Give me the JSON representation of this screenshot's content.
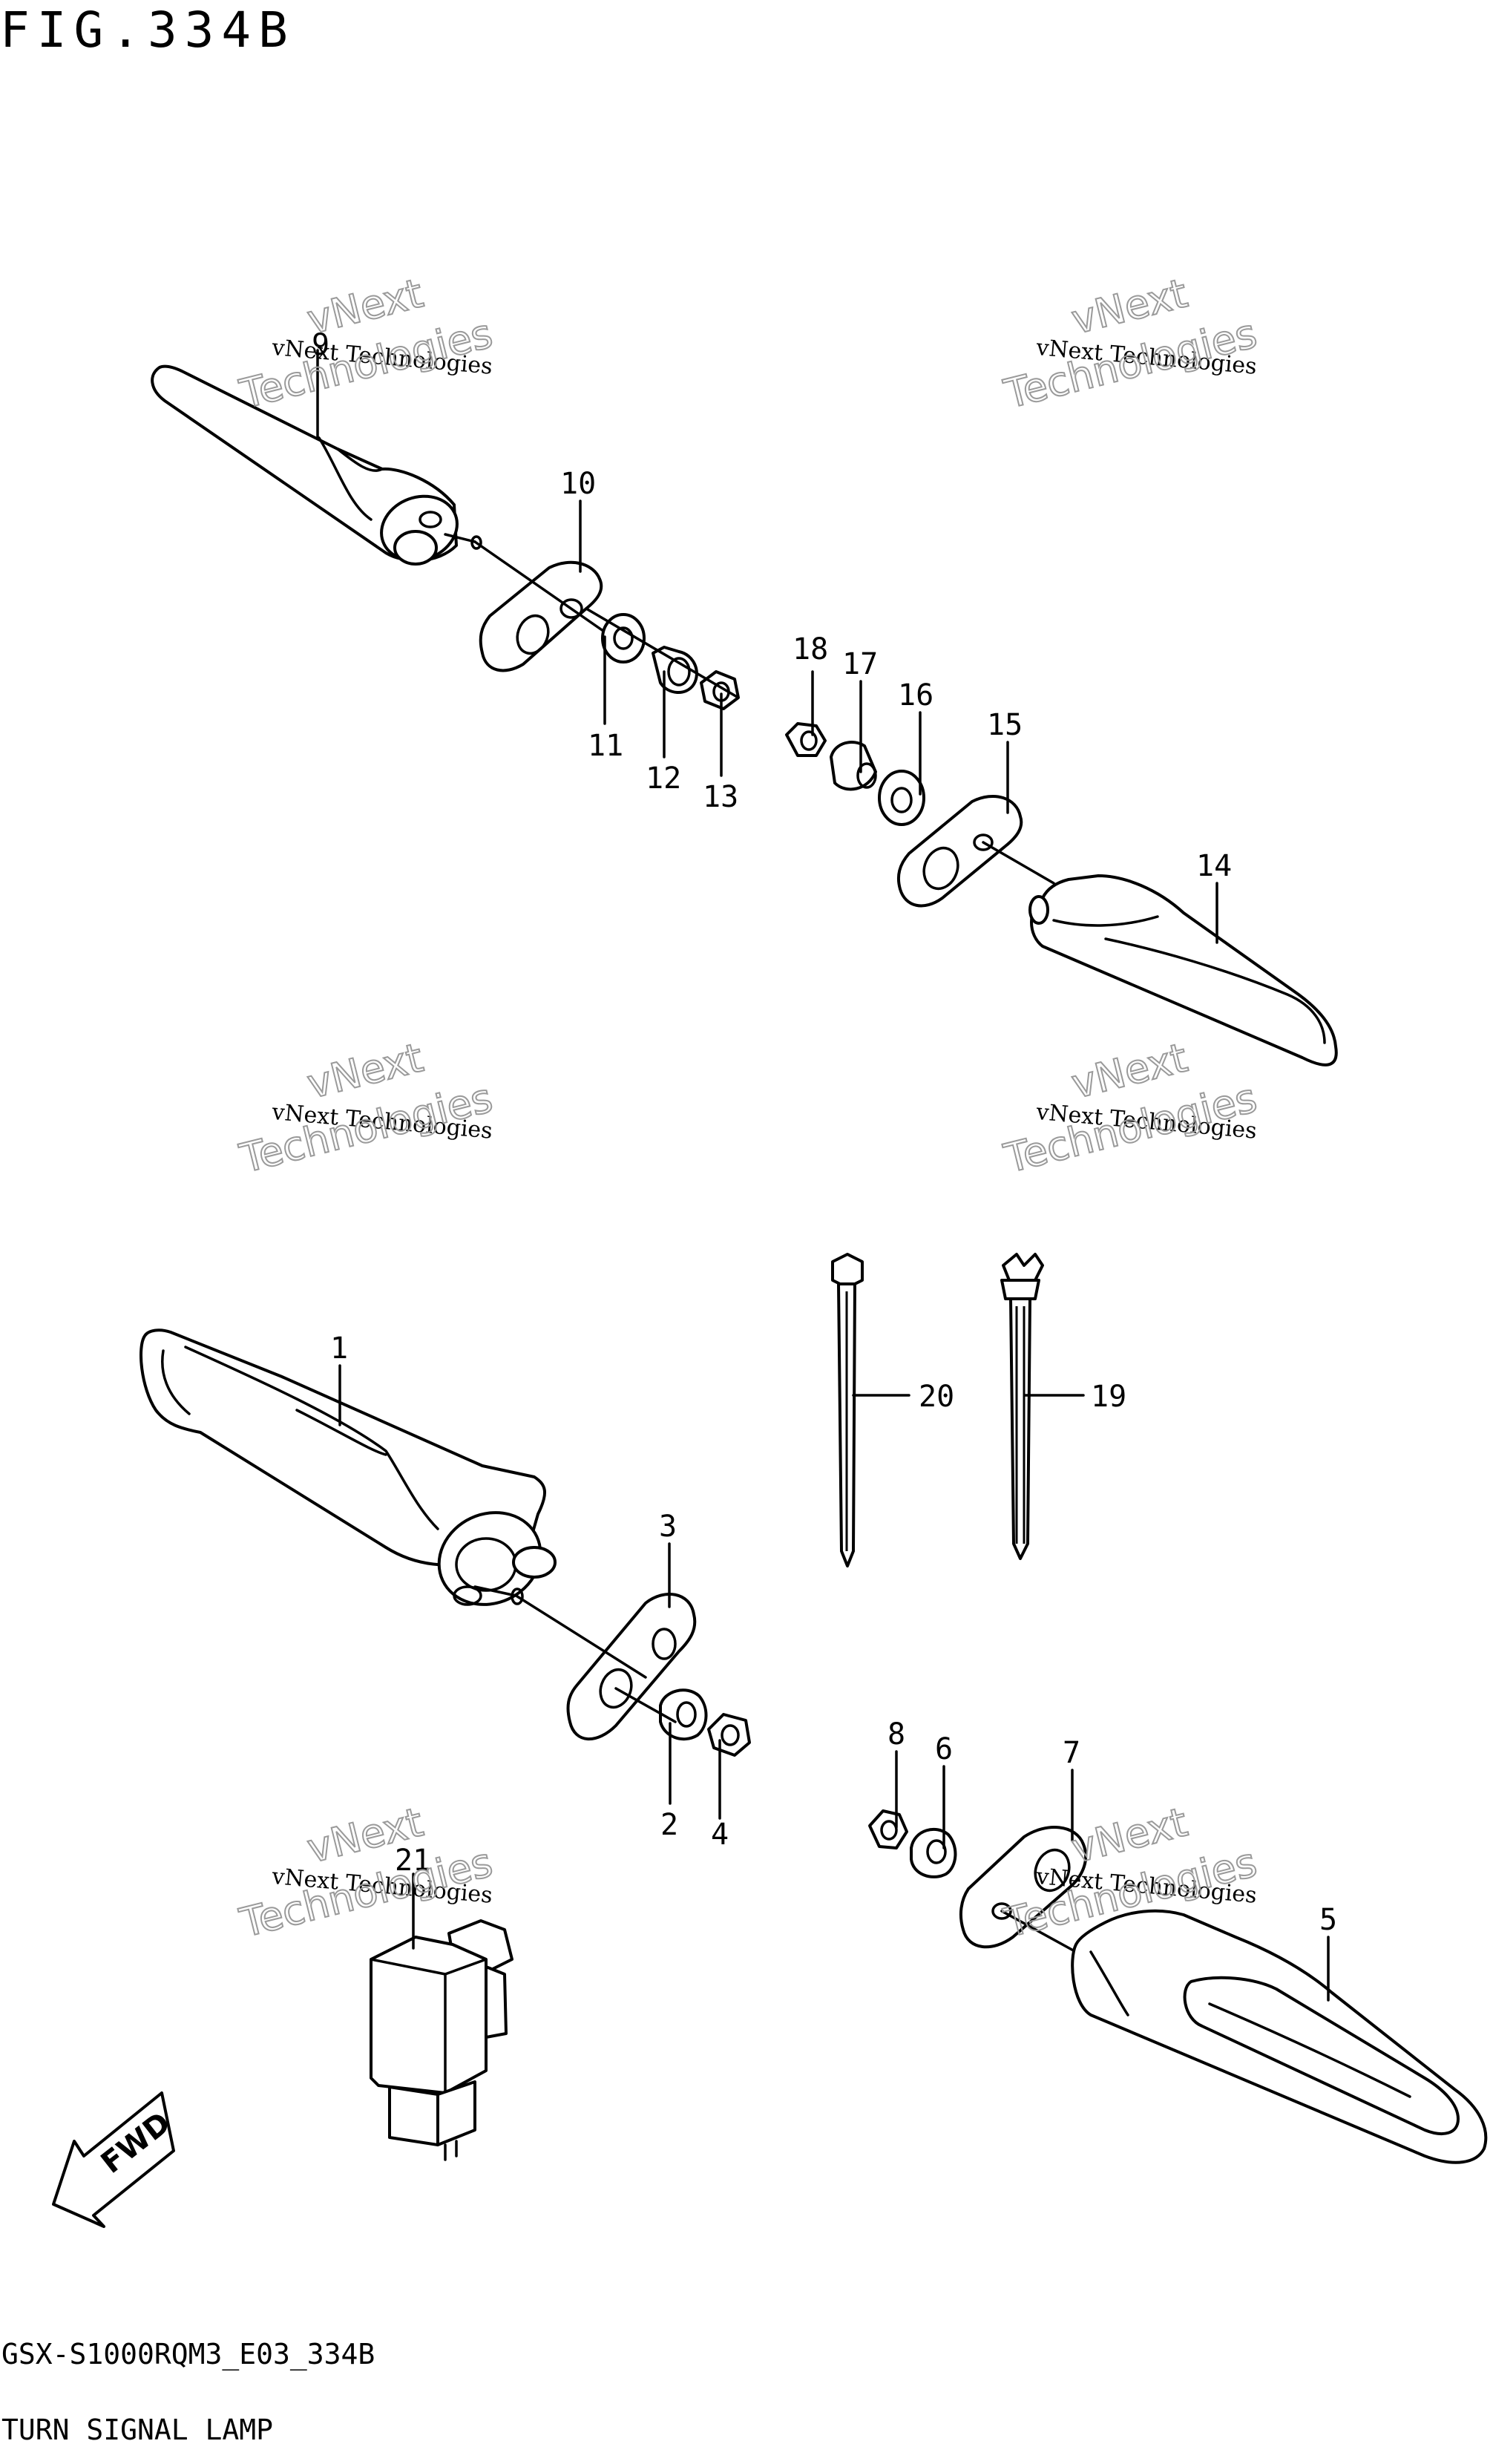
{
  "header": {
    "figure_title": "FIG.334B"
  },
  "footer": {
    "model_code": "GSX-S1000RQM3_E03_334B",
    "section_title": "TURN SIGNAL LAMP"
  },
  "watermark": {
    "line1": "vNext Technologies",
    "line2a": "vNext",
    "line2b": "Technologies"
  },
  "fwd_badge": {
    "label": "FWD"
  },
  "callouts": {
    "c1": "1",
    "c2": "2",
    "c3": "3",
    "c4": "4",
    "c5": "5",
    "c6": "6",
    "c7": "7",
    "c8": "8",
    "c9": "9",
    "c10": "10",
    "c11": "11",
    "c12": "12",
    "c13": "13",
    "c14": "14",
    "c15": "15",
    "c16": "16",
    "c17": "17",
    "c18": "18",
    "c19": "19",
    "c20": "20",
    "c21": "21"
  }
}
